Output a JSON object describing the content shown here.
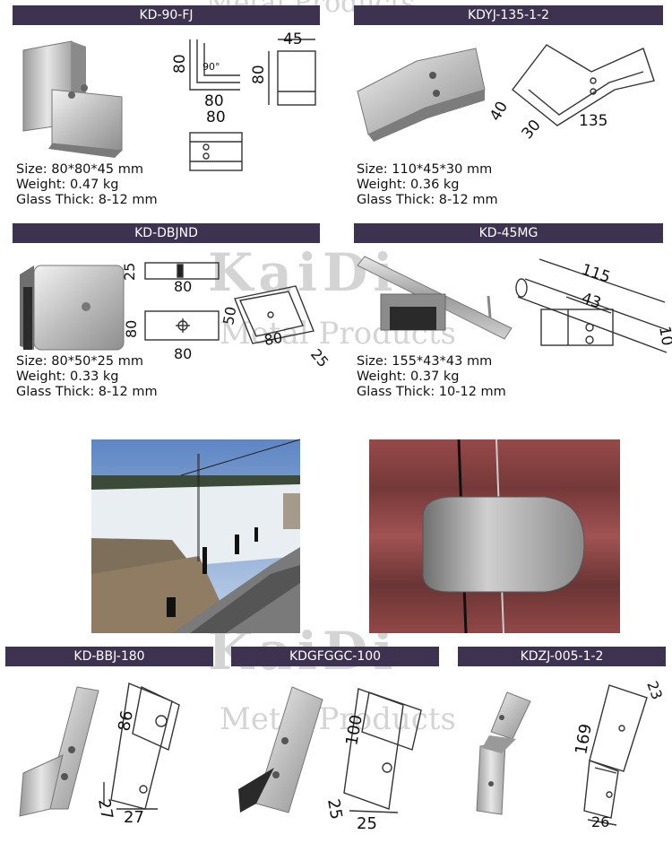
{
  "watermark": {
    "brand": "KaiDi",
    "tagline": "Metal Products"
  },
  "products": [
    {
      "code": "KD-90-FJ",
      "size": "Size:  80*80*45 mm",
      "weight": "Weight:  0.47 kg",
      "glass": "Glass Thick:  8-12 mm",
      "dims": [
        "45",
        "80",
        "80",
        "90°",
        "80",
        "80"
      ]
    },
    {
      "code": "KDYJ-135-1-2",
      "size": "Size:  110*45*30 mm",
      "weight": "Weight:  0.36 kg",
      "glass": "Glass Thick:  8-12 mm",
      "dims": [
        "40",
        "30",
        "135"
      ]
    },
    {
      "code": "KD-DBJND",
      "size": "Size:  80*50*25 mm",
      "weight": "Weight:  0.33 kg",
      "glass": "Glass Thick:  8-12 mm",
      "dims": [
        "25",
        "80",
        "80",
        "80",
        "50",
        "80",
        "25"
      ]
    },
    {
      "code": "KD-45MG",
      "size": "Size:  155*43*43 mm",
      "weight": "Weight:  0.37 kg",
      "glass": "Glass Thick:  10-12 mm",
      "dims": [
        "115",
        "43",
        "10"
      ]
    },
    {
      "code": "KD-BBJ-180",
      "dims": [
        "86",
        "27",
        "27"
      ]
    },
    {
      "code": "KDGFGGC-100",
      "dims": [
        "100",
        "25",
        "25"
      ]
    },
    {
      "code": "KDZJ-005-1-2",
      "dims": [
        "169",
        "23",
        "26"
      ]
    }
  ]
}
